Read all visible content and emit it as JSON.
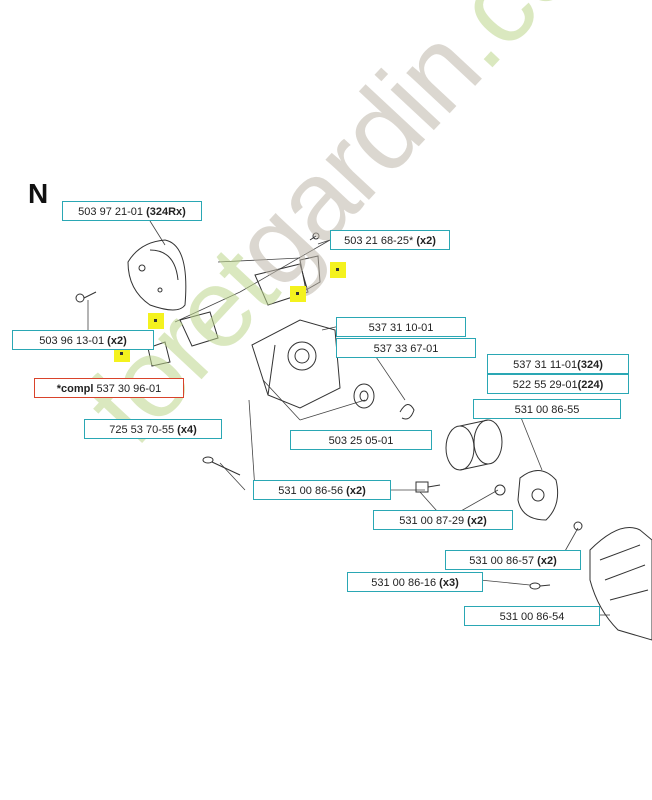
{
  "section": "N",
  "watermark": {
    "part1": "foret",
    "part2": "gardin",
    "part3": ".com"
  },
  "labels": {
    "l1": {
      "num": "503 97 21-01",
      "qty": "(324Rx)"
    },
    "l2": {
      "num": "503 21 68-25*",
      "qty": "(x2)"
    },
    "l3": {
      "num": "537 31 10-01",
      "qty": ""
    },
    "l4": {
      "num": "537 33 67-01",
      "qty": ""
    },
    "l5": {
      "num": "503 96 13-01",
      "qty": "(x2)"
    },
    "l6": {
      "pre": "*compl",
      "num": "537 30 96-01"
    },
    "l7": {
      "num": "537 31 11-01",
      "qty": "(324)"
    },
    "l8": {
      "num": "522 55 29-01",
      "qty": "(224)"
    },
    "l9": {
      "num": "531 00 86-55",
      "qty": ""
    },
    "l10": {
      "num": "725 53 70-55",
      "qty": "(x4)"
    },
    "l11": {
      "num": "503 25 05-01",
      "qty": ""
    },
    "l12": {
      "num": "531 00 86-56",
      "qty": "(x2)"
    },
    "l13": {
      "num": "531 00 87-29",
      "qty": "(x2)"
    },
    "l14": {
      "num": "531 00 86-57",
      "qty": "(x2)"
    },
    "l15": {
      "num": "531 00 86-16",
      "qty": "(x3)"
    },
    "l16": {
      "num": "531 00 86-54",
      "qty": ""
    }
  },
  "marks": {
    "m1": "*",
    "m2": "*",
    "m3": "*",
    "m4": "*"
  },
  "colors": {
    "callout": "#2aa7b4",
    "callout_compl": "#d9432b",
    "highlight": "#f4f21e",
    "watermark_green": "#bcd68a"
  }
}
